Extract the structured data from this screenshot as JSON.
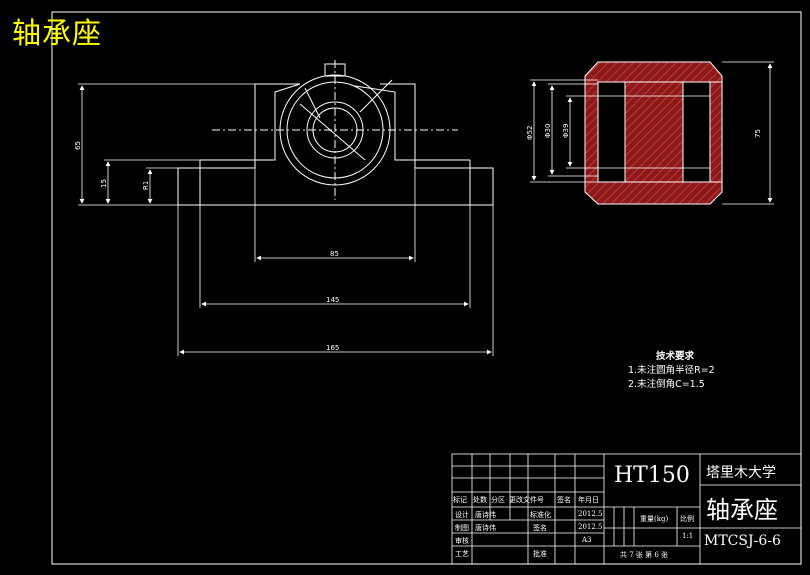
{
  "drawing_title": "轴承座",
  "colors": {
    "background": "#000000",
    "lines": "#ffffff",
    "title": "#ffff00",
    "hatch": "#c83232"
  },
  "front_view": {
    "dimensions": [
      "85",
      "145",
      "165",
      "65",
      "15",
      "R1"
    ]
  },
  "side_view": {
    "dimensions": [
      "Φ52",
      "Φ30",
      "Φ39",
      "75"
    ]
  },
  "tech_requirements": {
    "heading": "技术要求",
    "items": [
      "1.未注圆角半径R=2",
      "2.未注倒角C=1.5"
    ]
  },
  "title_block": {
    "material": "HT150",
    "school": "塔里木大学",
    "part_name": "轴承座",
    "drawing_no": "MTCSJ-6-6",
    "labels": {
      "mark": "标记",
      "count": "处数",
      "zone": "分区",
      "change_doc": "更改文件号",
      "sign": "签名",
      "date": "年月日",
      "design": "设计",
      "check": "审核",
      "process": "工艺",
      "drawer": "制图",
      "standardize": "标准化",
      "approve": "批准",
      "weight": "重量(kg)",
      "scale": "比例"
    },
    "designer": "唐诗伟",
    "drawer_name": "唐诗伟",
    "date1": "2012.5",
    "date2": "2012.5",
    "scale_value": "1:1",
    "sheet_size": "A3",
    "sheets": "共 7 张   第 6 张"
  }
}
